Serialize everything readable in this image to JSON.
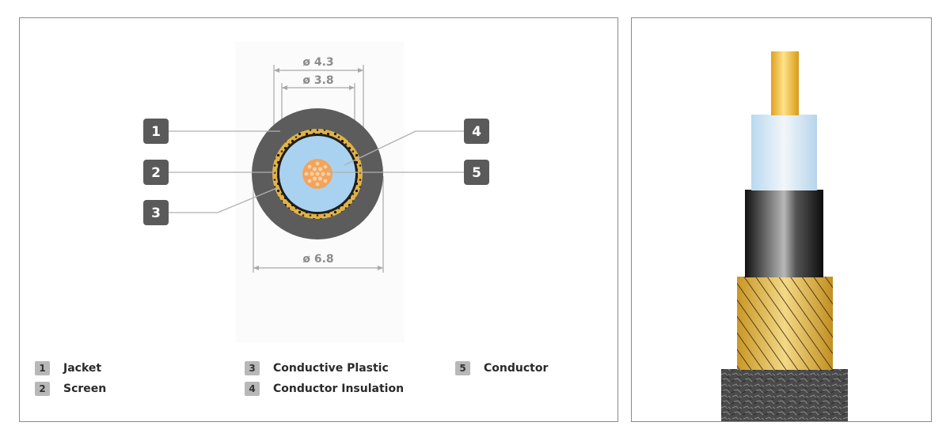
{
  "dimensions": {
    "d1": "ø 4.3",
    "d2": "ø 3.8",
    "d3": "ø 6.8"
  },
  "callouts": [
    "1",
    "2",
    "3",
    "4",
    "5"
  ],
  "legend": [
    {
      "num": "1",
      "label": "Jacket"
    },
    {
      "num": "2",
      "label": "Screen"
    },
    {
      "num": "3",
      "label": "Conductive Plastic"
    },
    {
      "num": "4",
      "label": "Conductor Insulation"
    },
    {
      "num": "5",
      "label": "Conductor"
    }
  ],
  "colors": {
    "jacket": "#5c5c5c",
    "screen": "#d9a636",
    "insulation": "#a9d2f0",
    "conductor": "#f2a35c",
    "callout_bg": "#5a5a5a"
  }
}
